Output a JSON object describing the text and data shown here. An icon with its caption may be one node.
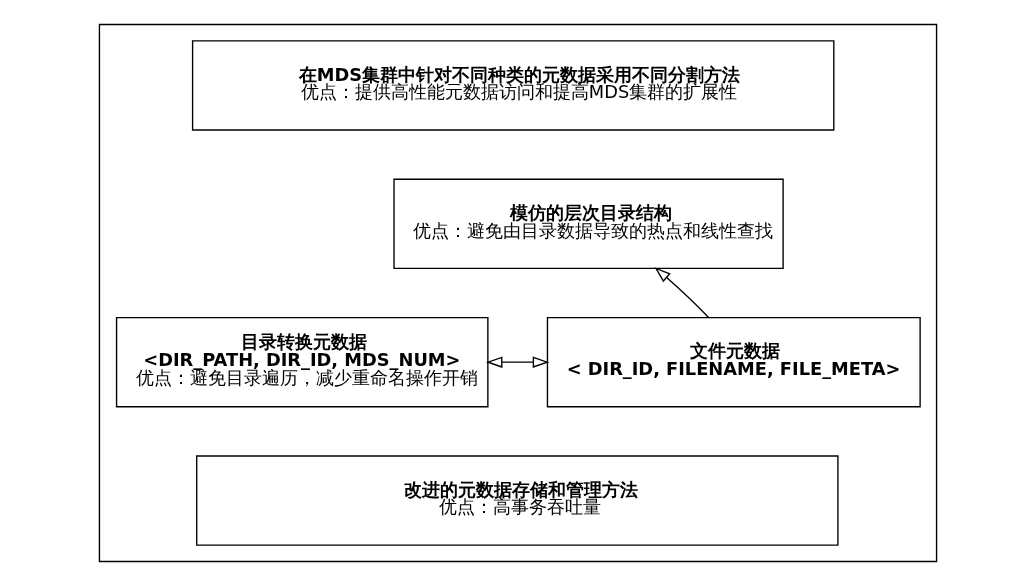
{
  "diagram": {
    "nodes": [
      {
        "text": [],
        "shape": "box"
      },
      {
        "text": [
          "在MDS集群中针对不同种类的元数据采用不同分割方法",
          "优点：提供高性能元数据访问和提高MDS集群的扩展性"
        ],
        "in": 0
      },
      {
        "text": [
          "目录转换元数据",
          "<DIR_PATH, DIR_ID, MDS_NUM>",
          "优点：避免目录遍历，减少重命名操作开销"
        ],
        "in": 0
      },
      {
        "text": [
          "模仿的层次目录结构",
          "优点：避免由目录数据导致的热点和线性查找"
        ],
        "in": 0
      },
      {
        "text": [
          "文件元数据",
          "< DIR_ID, FILENAME, FILE_META>"
        ],
        "in": 0
      },
      {
        "text": [
          "改进的元数据存储和管理方法",
          "优点：高事务吞吐量"
        ],
        "in": 0
      }
    ],
    "edges": [
      {
        "from": 2,
        "to": 4,
        "arrow": "both"
      },
      {
        "from": 4,
        "to": 3,
        "arrow": "to"
      }
    ]
  }
}
